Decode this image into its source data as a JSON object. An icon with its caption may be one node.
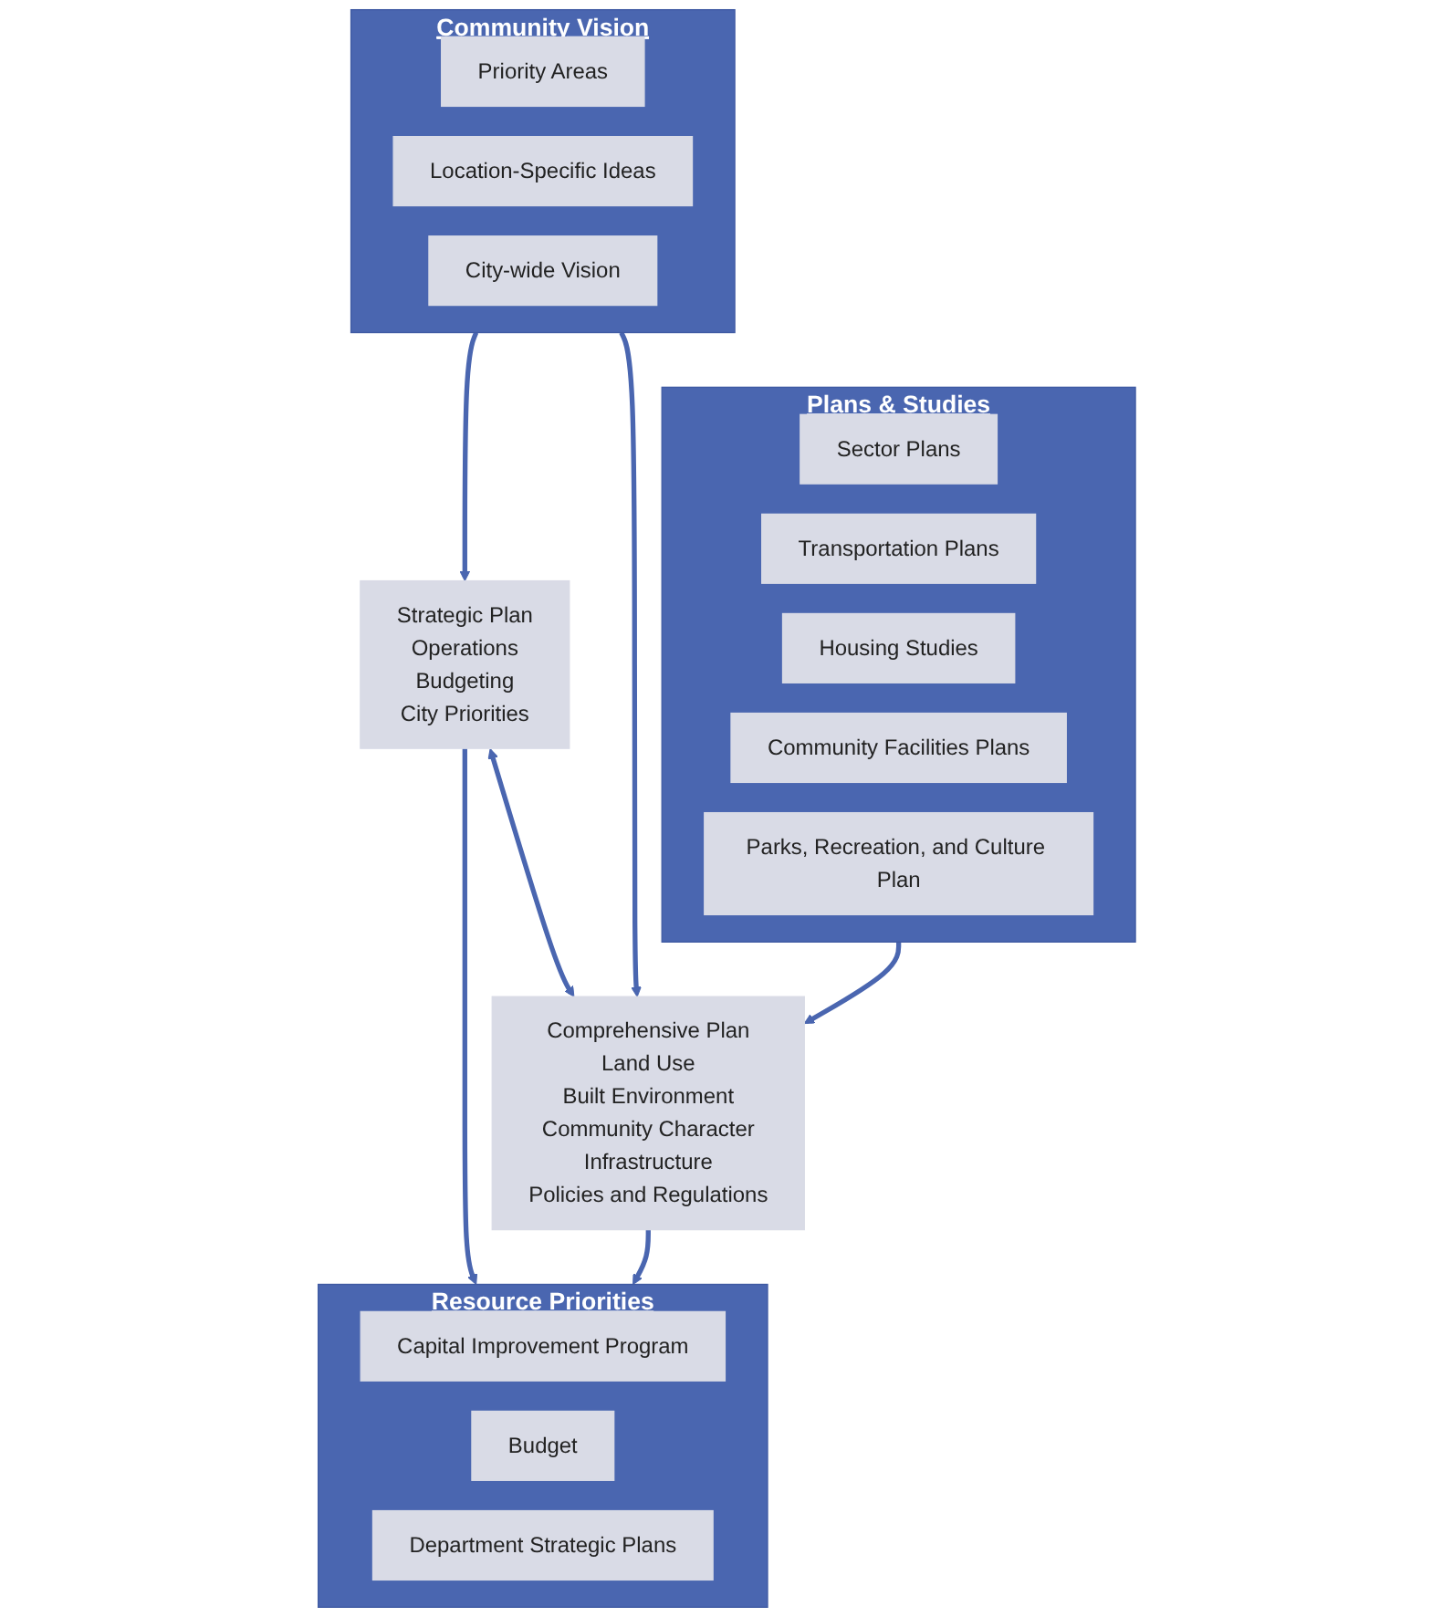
{
  "diagram": {
    "nodes": [
      {
        "text": [
          "Community Vision"
        ]
      },
      {
        "text": [
          "Priority Areas"
        ],
        "in": 0
      },
      {
        "text": [
          "Location-Specific Ideas"
        ],
        "in": 0
      },
      {
        "text": [
          "City-wide Vision"
        ],
        "in": 0
      },
      {
        "text": [
          "Strategic Plan",
          "Operations",
          "Budgeting",
          "City Priorities"
        ]
      },
      {
        "text": [
          "Comprehensive Plan",
          "Land Use",
          "Built Environment",
          "Community Character",
          "Infrastructure",
          "Policies and Regulations"
        ]
      },
      {
        "text": [
          "Resource Priorities"
        ]
      },
      {
        "text": [
          "Capital Improvement Program"
        ],
        "in": 6
      },
      {
        "text": [
          "Budget"
        ],
        "in": 6
      },
      {
        "text": [
          "Department Strategic Plans"
        ],
        "in": 6
      },
      {
        "text": [
          "Plans & Studies"
        ]
      },
      {
        "text": [
          "Sector Plans"
        ],
        "in": 10
      },
      {
        "text": [
          "Transportation Plans"
        ],
        "in": 10
      },
      {
        "text": [
          "Housing Studies"
        ],
        "in": 10
      },
      {
        "text": [
          "Community Facilities Plans"
        ],
        "in": 10
      },
      {
        "text": [
          "Parks, Recreation, and Culture Plan"
        ],
        "in": 10
      }
    ],
    "edges": [
      {
        "from": 0,
        "to": 4,
        "arrow": "to"
      },
      {
        "from": 0,
        "to": 5,
        "arrow": "to"
      },
      {
        "from": 4,
        "to": 5,
        "arrow": "both"
      },
      {
        "from": 4,
        "to": 6,
        "arrow": "to"
      },
      {
        "from": 5,
        "to": 6,
        "arrow": "to"
      },
      {
        "from": 10,
        "to": 5,
        "arrow": "to"
      }
    ]
  }
}
